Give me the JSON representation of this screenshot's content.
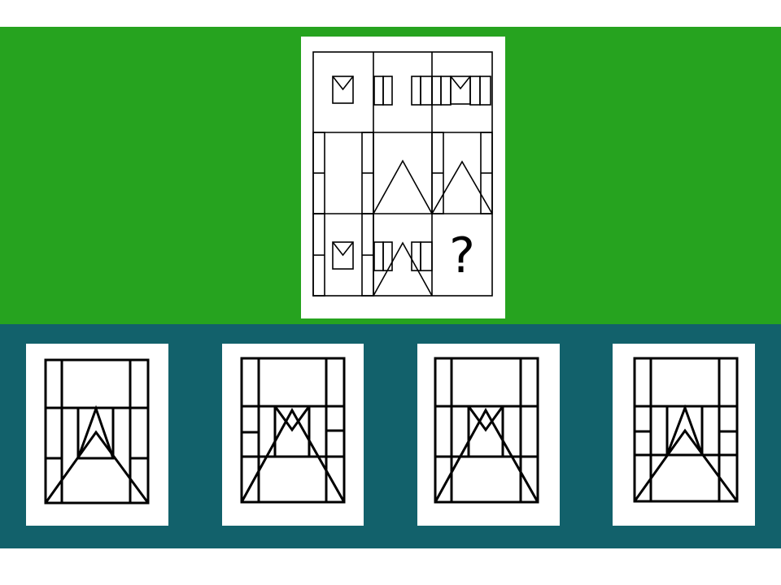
{
  "puzzle": {
    "missing_cell_label": "?"
  },
  "options": [
    {
      "id": "option-1"
    },
    {
      "id": "option-2"
    },
    {
      "id": "option-3"
    },
    {
      "id": "option-4"
    }
  ],
  "colors": {
    "top_band": "#26a31f",
    "bottom_band": "#12616b",
    "card": "#ffffff",
    "line": "#000000"
  }
}
